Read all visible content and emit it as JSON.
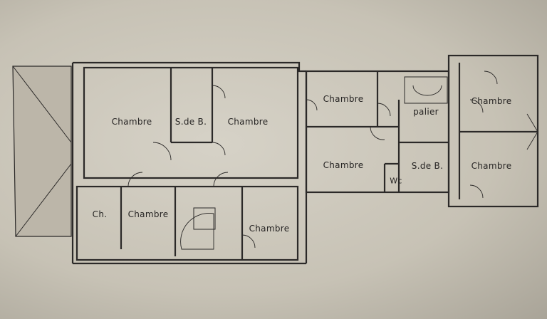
{
  "rooms": {
    "upper_left_bedroom": "Chambre",
    "upper_bathroom": "S.de B.",
    "upper_center_bedroom": "Chambre",
    "middle_top_bedroom": "Chambre",
    "landing": "palier",
    "right_top_bedroom": "Chambre",
    "middle_bottom_bedroom": "Chambre",
    "middle_bathroom": "S.de B.",
    "wc": "Wc",
    "right_bottom_bedroom": "Chambre",
    "small_bedroom": "Ch.",
    "lower_left_bedroom": "Chambre",
    "lower_right_bedroom": "Chambre"
  },
  "colors": {
    "paper": "#c8c3b6",
    "ink": "#2b2928"
  }
}
